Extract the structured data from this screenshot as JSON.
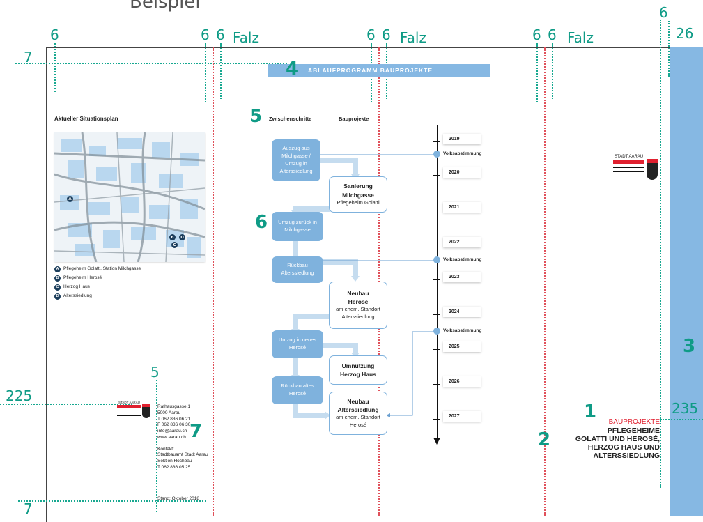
{
  "header": {
    "title": "Beispiel"
  },
  "dimensions": {
    "top_left_6": "6",
    "falz1_6a": "6",
    "falz1_6b": "6",
    "falz2_6a": "6",
    "falz2_6b": "6",
    "falz3_6a": "6",
    "falz3_6b": "6",
    "right_6": "6",
    "right_26": "26",
    "left_7_top": "7",
    "left_7_bottom": "7",
    "left_225": "225",
    "right_235": "235",
    "logo_5": "5",
    "falz_label": "Falz"
  },
  "markers": {
    "m1": "1",
    "m2": "2",
    "m3": "3",
    "m4": "4",
    "m5": "5",
    "m6": "6",
    "m7a": "7",
    "m7b": "7"
  },
  "banner": {
    "title": "ABLAUFPROGRAMM BAUPROJEKTE"
  },
  "plan": {
    "heading": "Aktueller Situationsplan",
    "legend": [
      {
        "letter": "A",
        "label": "Pflegeheim Golatti, Station Milchgasse"
      },
      {
        "letter": "B",
        "label": "Pflegeheim Herosé"
      },
      {
        "letter": "C",
        "label": "Herzog Haus"
      },
      {
        "letter": "D",
        "label": "Alterssiedlung"
      }
    ],
    "map_markers": [
      "A",
      "B",
      "D",
      "C"
    ]
  },
  "flow": {
    "col1_heading": "Zwischenschritte",
    "col2_heading": "Bauprojekte",
    "steps": {
      "auszug": "Auszug aus Milchgasse / Umzug in Alterssiedlung",
      "umzug_zurueck": "Umzug zurück in Milchgasse",
      "rueckbau_alters": "Rückbau Alterssiedlung",
      "umzug_herose": "Umzug in neues Herosé",
      "rueckbau_herose": "Rückbau altes Herosé"
    },
    "projects": {
      "sanierung_title": "Sanierung Milchgasse",
      "sanierung_sub": "Pflegeheim Golatti",
      "neubau_herose_title": "Neubau Herosé",
      "neubau_herose_sub": "am ehem. Standort Alterssiedlung",
      "umnutzung_title": "Umnutzung Herzog Haus",
      "neubau_alters_title": "Neubau Alterssiedlung",
      "neubau_alters_sub": "am ehem. Standort Herosé"
    }
  },
  "timeline": {
    "years": [
      "2019",
      "2020",
      "2021",
      "2022",
      "2023",
      "2024",
      "2025",
      "2026",
      "2027"
    ],
    "vote_label": "Volksabstimmung"
  },
  "contact": {
    "logo_text": "STADT AARAU",
    "address": [
      "Rathausgasse 1",
      "5000 Aarau",
      "T 062 836 06 21",
      "F 062 836 06 30",
      "info@aarau.ch",
      "www.aarau.ch"
    ],
    "contact_label": "Kontakt:",
    "contact_lines": [
      "Stadtbauamt Stadt Aarau",
      "Sektion Hochbau",
      "T 062 836 05 25"
    ],
    "stand": "Stand: Oktober 2018"
  },
  "cover": {
    "logo_text": "STADT AARAU",
    "kicker": "BAUPROJEKTE",
    "title_lines": [
      "PFLEGEHEIME",
      "GOLATTI UND HEROSÉ,",
      "HERZOG HAUS UND",
      "ALTERSSIEDLUNG"
    ]
  },
  "colors": {
    "accent_blue": "#7fb2dd",
    "teal": "#0f9b86",
    "red": "#e0505a"
  }
}
